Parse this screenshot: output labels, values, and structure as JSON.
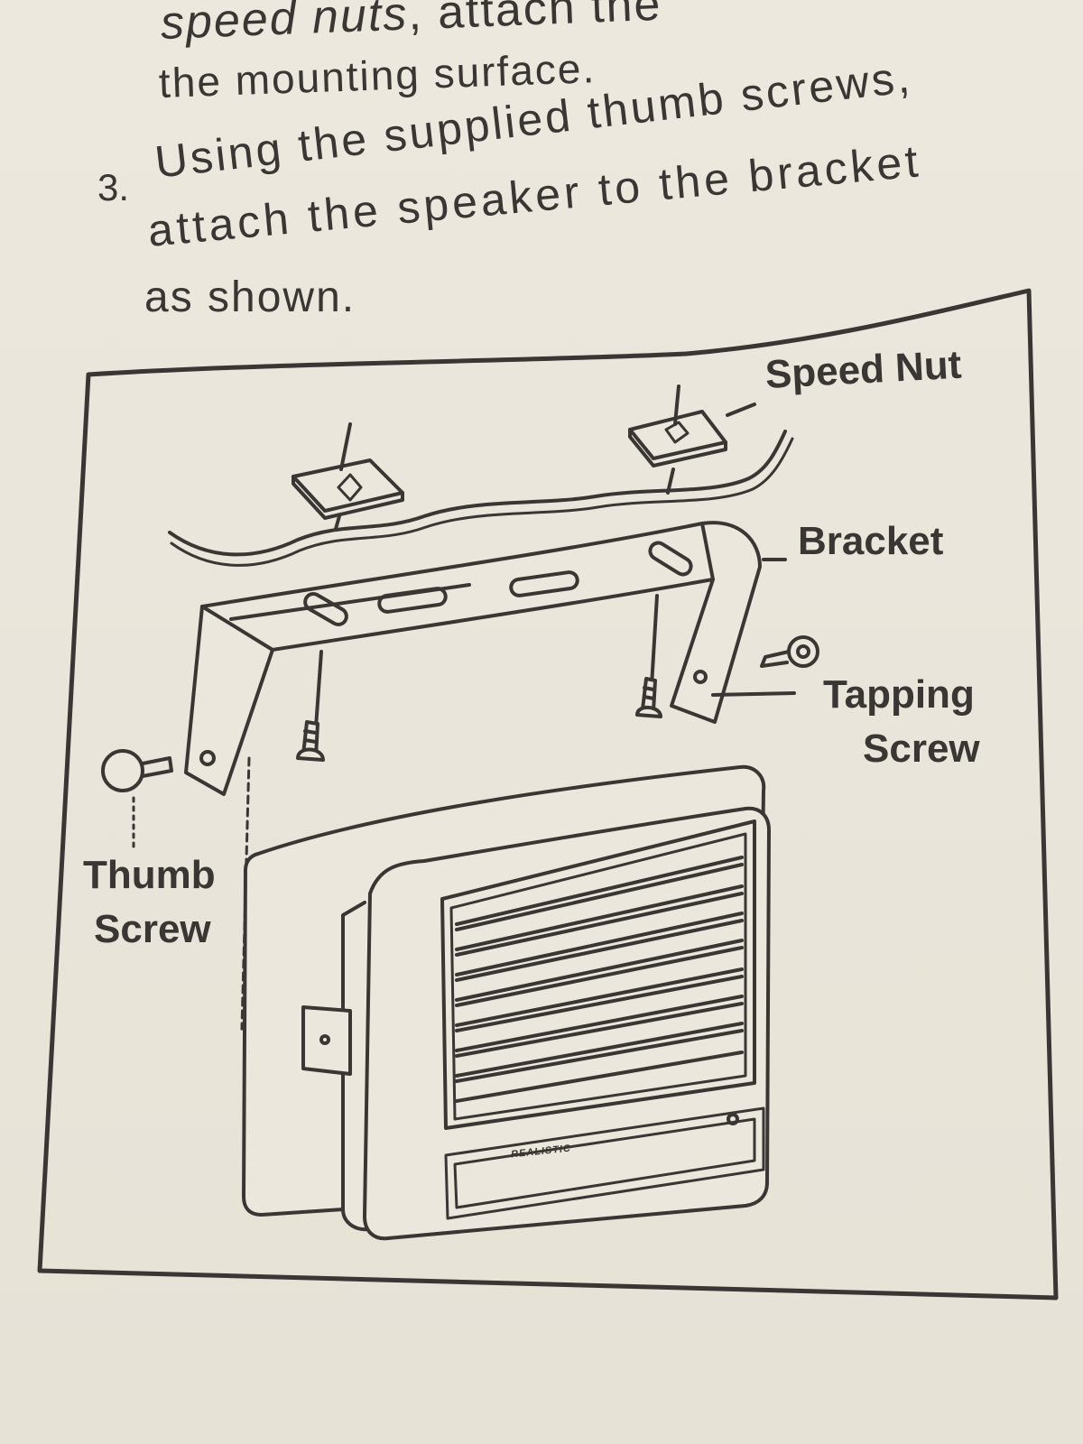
{
  "instructions": {
    "line1_italic": "speed nuts",
    "line1_rest": ", attach the",
    "line2": "the mounting surface.",
    "step_number": "3.",
    "line3": "Using the supplied thumb screws,",
    "line4": "attach the speaker to the bracket",
    "line5": "as shown."
  },
  "diagram": {
    "labels": {
      "speed_nut": "Speed Nut",
      "bracket": "Bracket",
      "tapping_screw_line1": "Tapping",
      "tapping_screw_line2": "Screw",
      "thumb_screw_line1": "Thumb",
      "thumb_screw_line2": "Screw"
    },
    "brand_text": "REALISTIC",
    "stroke_color": "#3a3633",
    "paper_color": "#ebe7dc"
  }
}
